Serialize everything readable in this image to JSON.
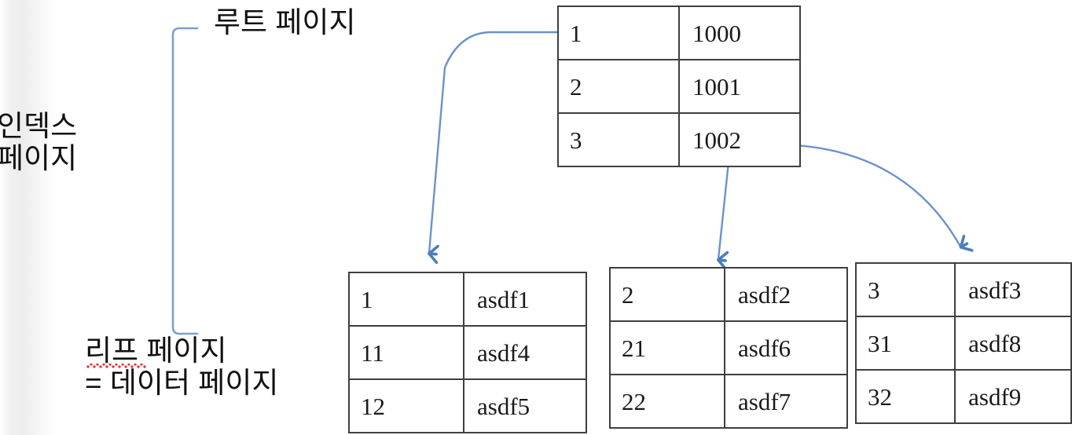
{
  "diagram": {
    "title": "B-Tree index / data page structure",
    "accent_color": "#4a7ebb",
    "border_color": "#3f3f3f",
    "text_color": "#111111",
    "spellcheck_color": "#e03a3a"
  },
  "labels": {
    "root_page": "루트 페이지",
    "index_page": "인덱스\n페이지",
    "leaf_page": "리프 페이지\n= 데이터 페이지"
  },
  "root_table": {
    "name": "root-page",
    "rows": [
      {
        "key": "1",
        "value": "1000"
      },
      {
        "key": "2",
        "value": "1001"
      },
      {
        "key": "3",
        "value": "1002"
      }
    ]
  },
  "leaf_tables": [
    {
      "name": "leaf-page-1000",
      "rows": [
        {
          "key": "1",
          "value": "asdf1"
        },
        {
          "key": "11",
          "value": "asdf4"
        },
        {
          "key": "12",
          "value": "asdf5"
        }
      ]
    },
    {
      "name": "leaf-page-1001",
      "rows": [
        {
          "key": "2",
          "value": "asdf2"
        },
        {
          "key": "21",
          "value": "asdf6"
        },
        {
          "key": "22",
          "value": "asdf7"
        }
      ]
    },
    {
      "name": "leaf-page-1002",
      "rows": [
        {
          "key": "3",
          "value": "asdf3"
        },
        {
          "key": "31",
          "value": "asdf8"
        },
        {
          "key": "32",
          "value": "asdf9"
        }
      ]
    }
  ],
  "connectors": [
    {
      "name": "arrow-root-row1-to-leaf1",
      "from": "root row 1 (1000)",
      "to": "leaf table 1"
    },
    {
      "name": "arrow-root-row2-to-leaf2",
      "from": "root row 2 (1001)",
      "to": "leaf table 2"
    },
    {
      "name": "arrow-root-row3-to-leaf3",
      "from": "root row 3 (1002)",
      "to": "leaf table 3"
    }
  ],
  "bracket": {
    "name": "index-page-bracket",
    "spans": "root page down to leaf pages"
  }
}
